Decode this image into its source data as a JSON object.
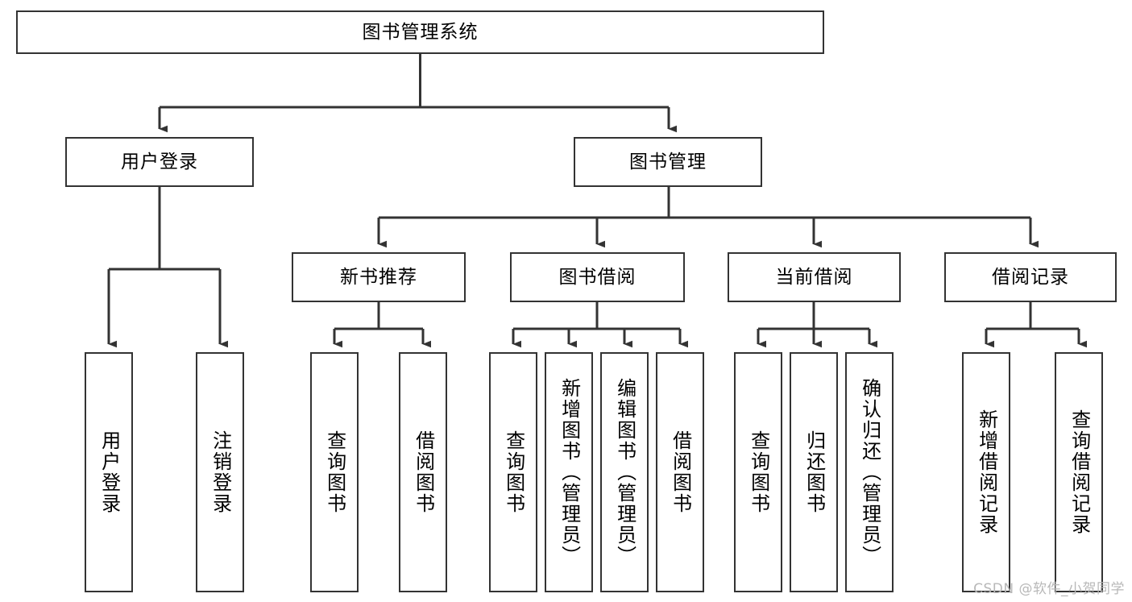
{
  "diagram": {
    "type": "tree-hierarchy",
    "title": "图书管理系统",
    "orientation": "top-down",
    "colors": {
      "node_border": "#333333",
      "node_fill": "#ffffff",
      "edge": "#333333",
      "background": "#ffffff",
      "watermark": "#b8b8b8"
    },
    "nodes": {
      "root": {
        "label": "图书管理系统",
        "level": 0,
        "text_direction": "horizontal"
      },
      "level1": [
        {
          "id": "user-login",
          "label": "用户登录",
          "text_direction": "horizontal"
        },
        {
          "id": "book-management",
          "label": "图书管理",
          "text_direction": "horizontal"
        }
      ],
      "level2": [
        {
          "id": "new-book-recommend",
          "label": "新书推荐",
          "parent": "book-management",
          "text_direction": "horizontal"
        },
        {
          "id": "book-borrow",
          "label": "图书借阅",
          "parent": "book-management",
          "text_direction": "horizontal"
        },
        {
          "id": "current-borrow",
          "label": "当前借阅",
          "parent": "book-management",
          "text_direction": "horizontal"
        },
        {
          "id": "borrow-record",
          "label": "借阅记录",
          "parent": "book-management",
          "text_direction": "horizontal"
        }
      ],
      "leaves": [
        {
          "id": "leaf-user-login",
          "label": "用户登录",
          "parent": "user-login",
          "text_direction": "vertical"
        },
        {
          "id": "leaf-logout-login",
          "label": "注销登录",
          "parent": "user-login",
          "text_direction": "vertical"
        },
        {
          "id": "leaf-query-book-1",
          "label": "查询图书",
          "parent": "new-book-recommend",
          "text_direction": "vertical"
        },
        {
          "id": "leaf-borrow-book-1",
          "label": "借阅图书",
          "parent": "new-book-recommend",
          "text_direction": "vertical"
        },
        {
          "id": "leaf-query-book-2",
          "label": "查询图书",
          "parent": "book-borrow",
          "text_direction": "vertical"
        },
        {
          "id": "leaf-add-book",
          "label": "新增图书（管理员）",
          "parent": "book-borrow",
          "text_direction": "vertical"
        },
        {
          "id": "leaf-edit-book",
          "label": "编辑图书（管理员）",
          "parent": "book-borrow",
          "text_direction": "vertical"
        },
        {
          "id": "leaf-borrow-book-2",
          "label": "借阅图书",
          "parent": "book-borrow",
          "text_direction": "vertical"
        },
        {
          "id": "leaf-query-book-3",
          "label": "查询图书",
          "parent": "current-borrow",
          "text_direction": "vertical"
        },
        {
          "id": "leaf-return-book",
          "label": "归还图书",
          "parent": "current-borrow",
          "text_direction": "vertical"
        },
        {
          "id": "leaf-confirm-return",
          "label": "确认归还（管理员）",
          "parent": "current-borrow",
          "text_direction": "vertical"
        },
        {
          "id": "leaf-add-record",
          "label": "新增借阅记录",
          "parent": "borrow-record",
          "text_direction": "vertical"
        },
        {
          "id": "leaf-query-record",
          "label": "查询借阅记录",
          "parent": "borrow-record",
          "text_direction": "vertical"
        }
      ]
    },
    "watermark": "CSDN @软件_小贺同学"
  }
}
